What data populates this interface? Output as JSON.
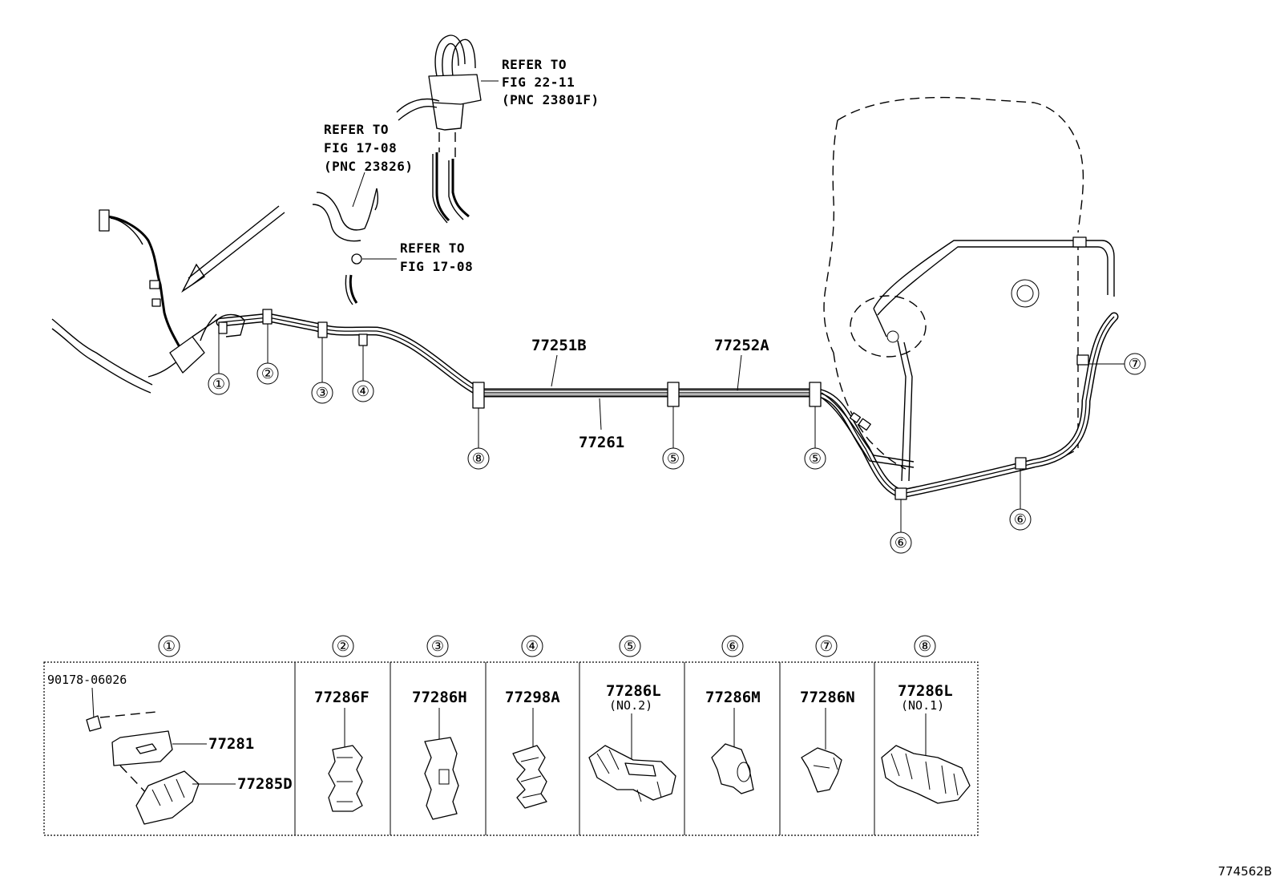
{
  "callouts": {
    "refer_1": {
      "line1": "REFER TO",
      "line2": "FIG 22-11",
      "line3": "(PNC 23801F)"
    },
    "refer_2": {
      "line1": "REFER TO",
      "line2": "FIG 17-08",
      "line3": "(PNC 23826)"
    },
    "refer_3": {
      "line1": "REFER TO",
      "line2": "FIG 17-08"
    }
  },
  "lines": {
    "brake_tube_1": "77251B",
    "brake_tube_2": "77252A",
    "brake_tube_3": "77261"
  },
  "markers": {
    "m1": "①",
    "m2": "②",
    "m3": "③",
    "m4": "④",
    "m5": "⑤",
    "m6": "⑥",
    "m7": "⑦",
    "m8": "⑧"
  },
  "legend": {
    "cells": [
      {
        "marker": "①",
        "parts": [
          "90178-06026",
          "77281",
          "77285D"
        ]
      },
      {
        "marker": "②",
        "part": "77286F"
      },
      {
        "marker": "③",
        "part": "77286H"
      },
      {
        "marker": "④",
        "part": "77298A"
      },
      {
        "marker": "⑤",
        "part": "77286L",
        "note": "(NO.2)"
      },
      {
        "marker": "⑥",
        "part": "77286M"
      },
      {
        "marker": "⑦",
        "part": "77286N"
      },
      {
        "marker": "⑧",
        "part": "77286L",
        "note": "(NO.1)"
      }
    ]
  },
  "figure_id": "774562B"
}
